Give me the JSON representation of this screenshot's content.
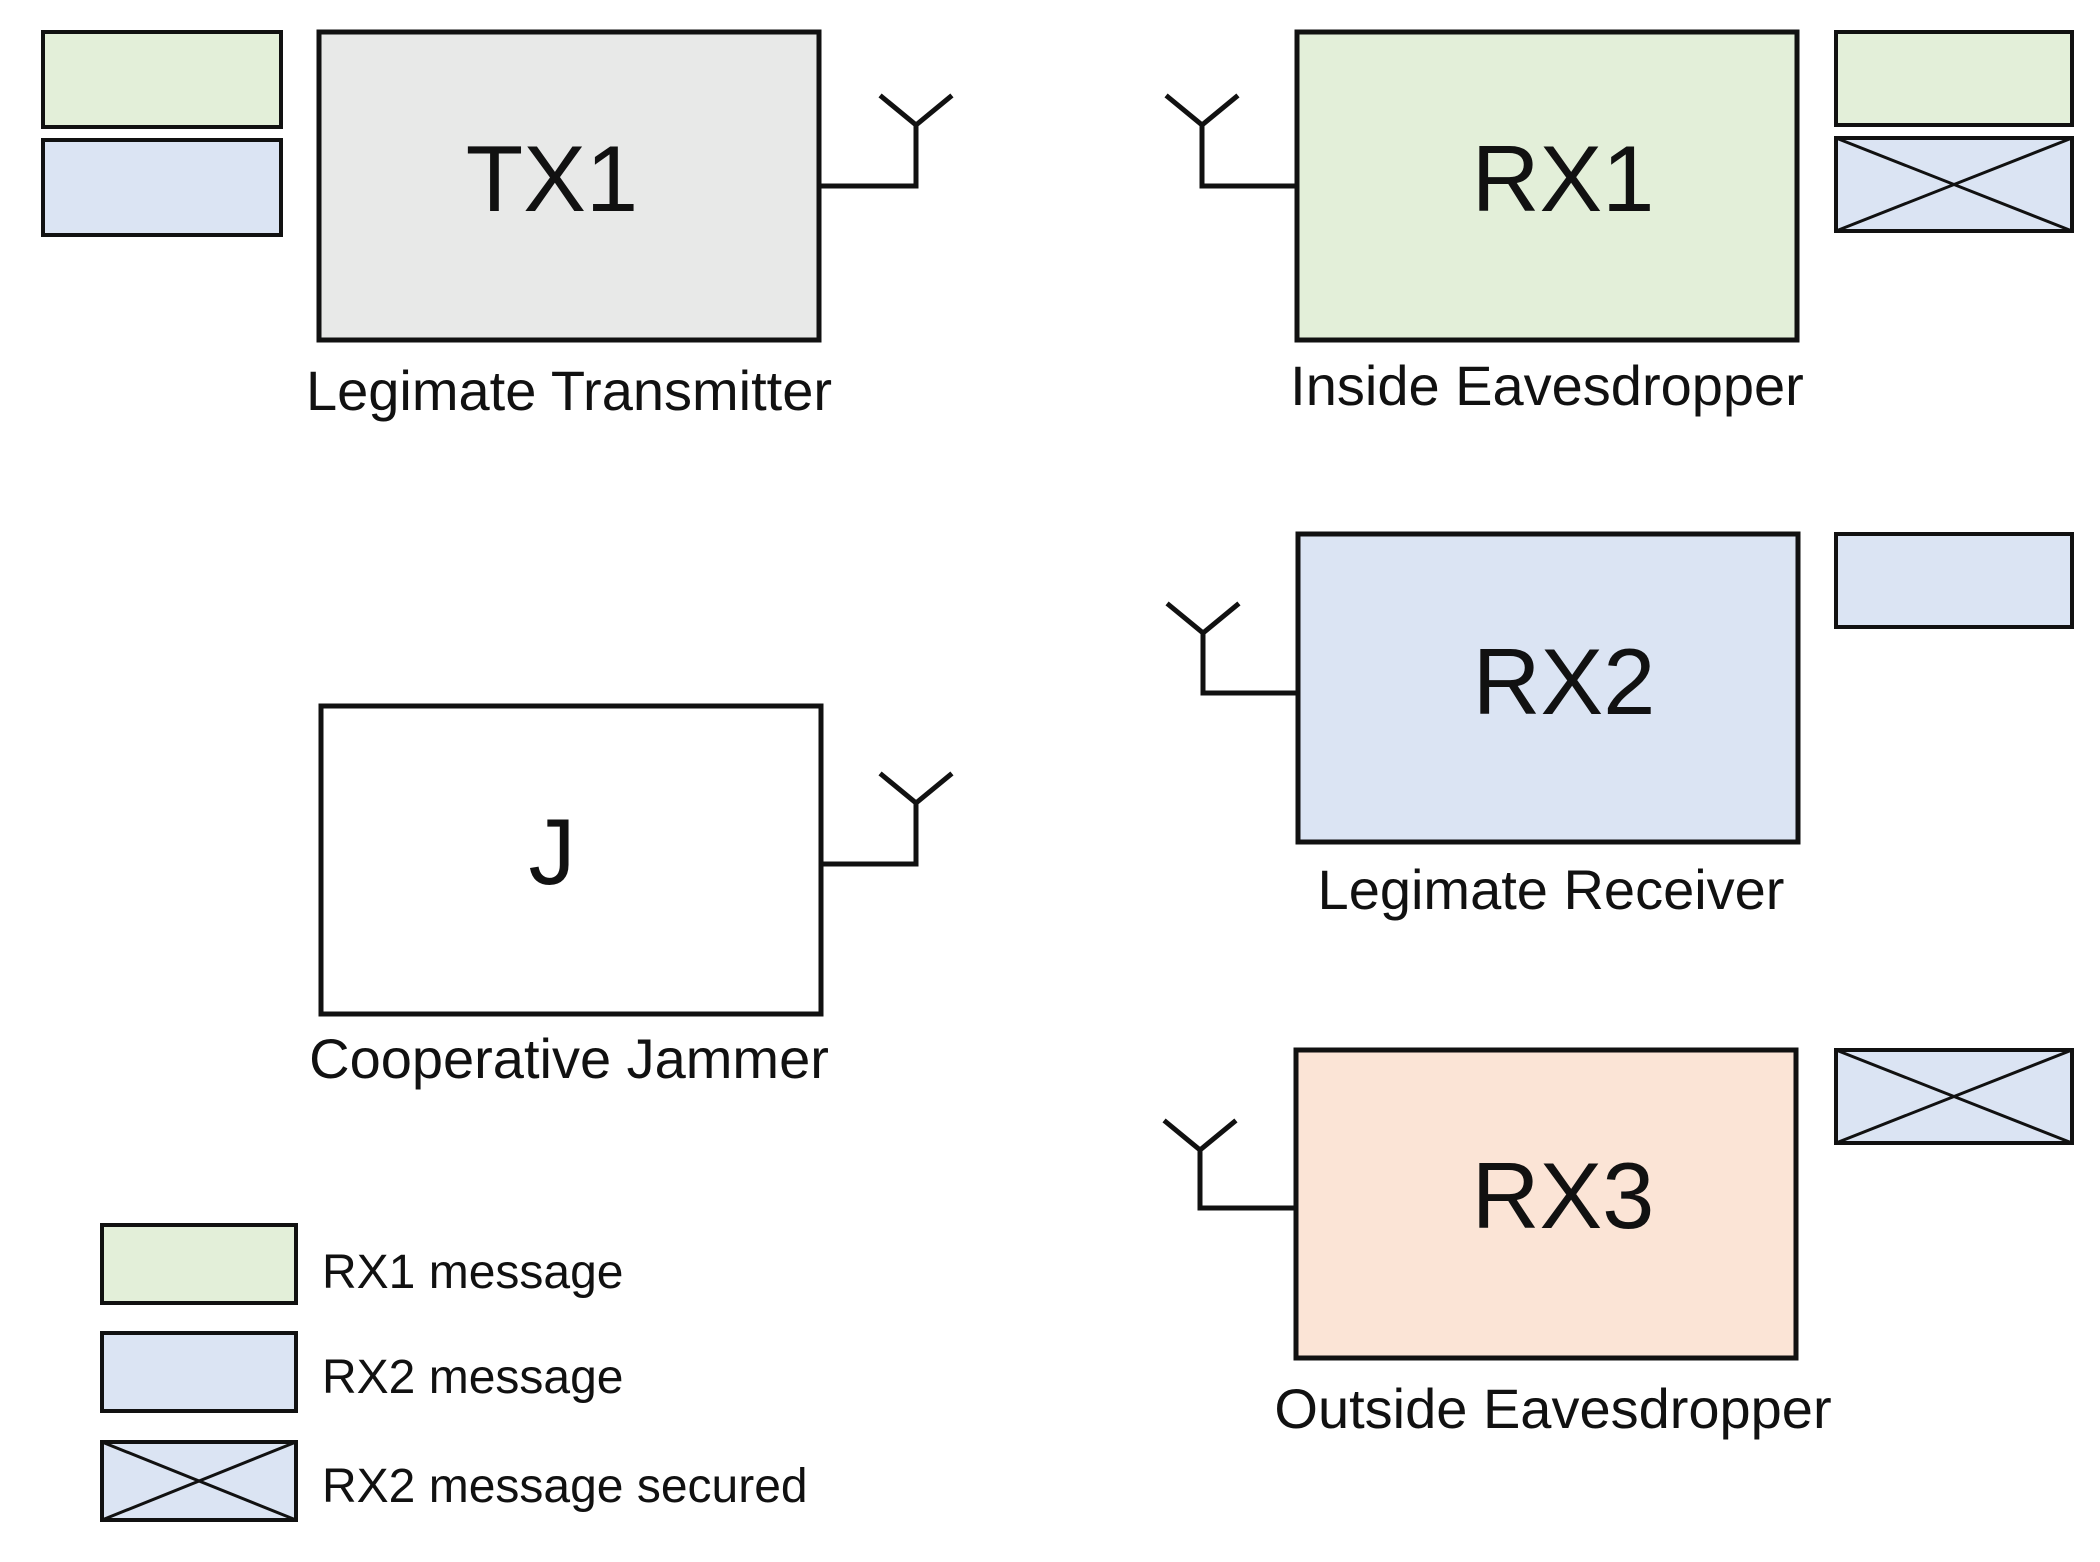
{
  "colors": {
    "rx1_message": "#e3efd9",
    "rx2_message": "#dbe4f3",
    "transmitter": "#e8e9e8",
    "jammer": "#ffffff",
    "inside_eavesdropper": "#e3efd9",
    "legit_receiver": "#dbe4f3",
    "outside_eavesdropper": "#fbe4d6",
    "outline": "#111111"
  },
  "nodes": {
    "tx1": {
      "id": "TX1",
      "caption": "Legimate Transmitter"
    },
    "j": {
      "id": "J",
      "caption": "Cooperative Jammer"
    },
    "rx1": {
      "id": "RX1",
      "caption": "Inside Eavesdropper"
    },
    "rx2": {
      "id": "RX2",
      "caption": "Legimate Receiver"
    },
    "rx3": {
      "id": "RX3",
      "caption": "Outside Eavesdropper"
    }
  },
  "legend": {
    "rx1_message": "RX1 message",
    "rx2_message": "RX2 message",
    "rx2_message_secured": "RX2 message secured"
  }
}
